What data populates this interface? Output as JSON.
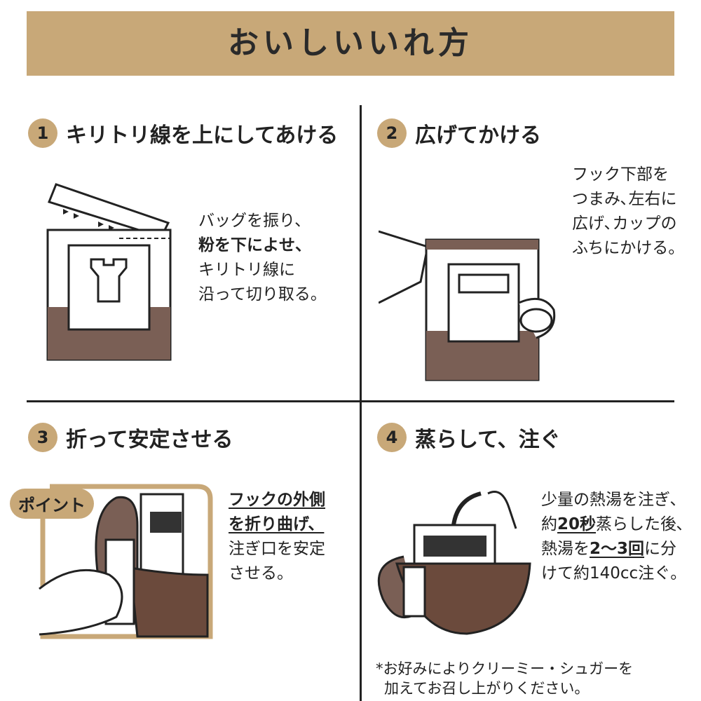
{
  "title": "おいしいいれ方",
  "steps": [
    {
      "number": "1",
      "title": "キリトリ線を上にしてあける",
      "desc": [
        "バッグを振り、",
        "粉を下によせ、",
        "キリトリ線に",
        "沿って切り取る。"
      ]
    },
    {
      "number": "2",
      "title": "広げてかける",
      "desc": [
        "フック下部を",
        "つまみ､左右に",
        "広げ､カップの",
        "ふちにかける。"
      ]
    },
    {
      "number": "3",
      "title": "折って安定させる",
      "badge": "ポイント",
      "desc": [
        "フックの外側",
        "を折り曲げ、",
        "注ぎ口を安定",
        "させる。"
      ]
    },
    {
      "number": "4",
      "title": "蒸らして、注ぐ",
      "desc_parts": {
        "l1": "少量の熱湯を注ぎ､",
        "l2a": "約",
        "l2b": "20秒",
        "l2c": "蒸らした後､",
        "l3a": "熱湯を",
        "l3b": "2〜3回",
        "l3c": "に分",
        "l4": "けて約140cc注ぐ。"
      }
    }
  ],
  "note": [
    "*お好みによりクリーミー・シュガーを",
    "加えてお召し上がりください。"
  ],
  "colors": {
    "accent": "#c8a878",
    "coffee": "#7a5f55",
    "cup": "#6b4a3c",
    "ink": "#222222"
  }
}
